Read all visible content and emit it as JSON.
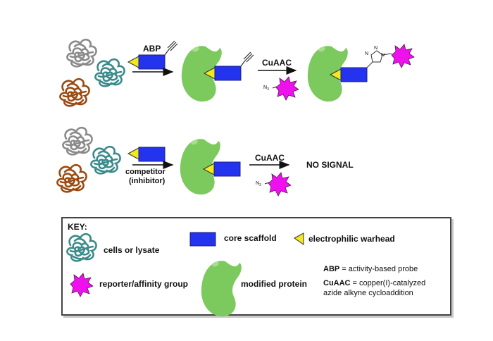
{
  "diagram": {
    "row1": {
      "probe_label": "ABP",
      "reaction_label": "CuAAC",
      "azide_label": "N",
      "azide_subscript": "3",
      "triazole_n_labels": [
        "N",
        "N",
        "N"
      ]
    },
    "row2": {
      "competitor_label_line1": "competitor",
      "competitor_label_line2": "(inhibitor)",
      "reaction_label": "CuAAC",
      "azide_label": "N",
      "azide_subscript": "3",
      "result_label": "NO SIGNAL"
    },
    "key": {
      "title": "KEY:",
      "items": [
        {
          "icon": "tangle-icon",
          "label": "cells or lysate"
        },
        {
          "icon": "rectangle-icon",
          "label": "core scaffold"
        },
        {
          "icon": "triangle-icon",
          "label": "electrophilic warhead"
        },
        {
          "icon": "starburst-icon",
          "label": "reporter/affinity group"
        },
        {
          "icon": "drop-icon",
          "label": "modified protein"
        }
      ],
      "abbreviations": [
        {
          "abbr": "ABP",
          "sep": " = ",
          "definition": "activity-based probe"
        },
        {
          "abbr": "CuAAC",
          "sep": " = ",
          "definition": "copper(I)-catalyzed",
          "definition_line2": "azide alkyne cycloaddition"
        }
      ]
    },
    "colors": {
      "scaffold": "#2433ee",
      "warhead": "#f2ea1c",
      "protein": "#7cc95e",
      "protein_highlight": "#a8dd8e",
      "reporter": "#ee11ee",
      "tangle_gray": "#8a8a8a",
      "tangle_teal": "#3a8a8a",
      "tangle_brown": "#9a4a10"
    }
  }
}
